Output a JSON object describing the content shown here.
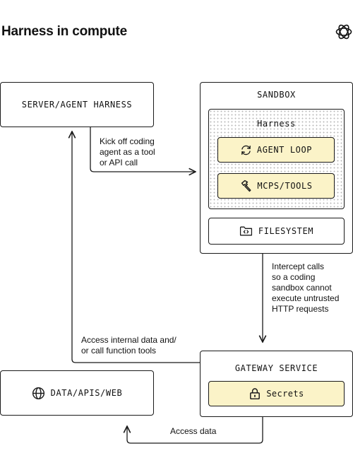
{
  "title": "Harness in compute",
  "nodes": {
    "server": {
      "label": "SERVER/AGENT HARNESS"
    },
    "sandbox": {
      "label": "SANDBOX",
      "harness": {
        "label": "Harness",
        "agent_loop": "AGENT LOOP",
        "mcps_tools": "MCPS/TOOLS"
      },
      "filesystem": "FILESYSTEM"
    },
    "gateway": {
      "label": "GATEWAY SERVICE",
      "secrets": "Secrets"
    },
    "data": {
      "label": "DATA/APIS/WEB"
    }
  },
  "edges": {
    "kickoff": {
      "line1": "Kick off coding",
      "line2": "agent as a tool",
      "line3": "or API call"
    },
    "intercept": {
      "line1": "Intercept calls",
      "line2": "so a coding",
      "line3": "sandbox cannot",
      "line4": "execute untrusted",
      "line5": "HTTP requests"
    },
    "access_internal": {
      "line1": "Access internal data and/",
      "line2": "or call function tools"
    },
    "access_data": {
      "line1": "Access data"
    }
  },
  "icons": {
    "logo": "openai-logo-icon",
    "agent_loop": "refresh-cycle-icon",
    "mcps_tools": "hammer-icon",
    "filesystem": "code-folder-icon",
    "secrets": "lock-icon",
    "data": "globe-icon"
  },
  "colors": {
    "stroke": "#1a1a1a",
    "highlight_fill": "#fbf3c8",
    "dot_pattern": "#b9b9b9"
  }
}
